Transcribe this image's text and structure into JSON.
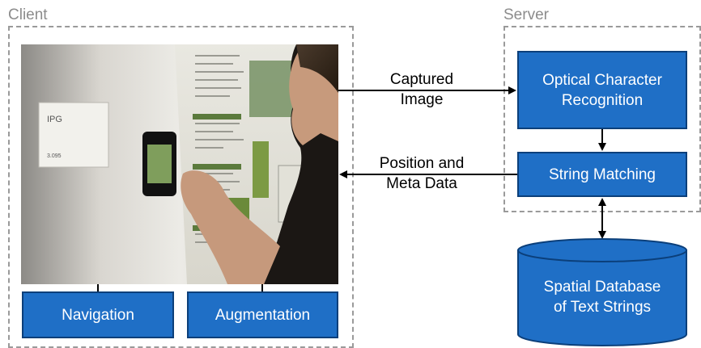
{
  "groups": {
    "client": {
      "label": "Client"
    },
    "server": {
      "label": "Server"
    }
  },
  "client_modules": {
    "navigation": "Navigation",
    "augmentation": "Augmentation"
  },
  "server_modules": {
    "ocr": [
      "Optical Character",
      "Recognition"
    ],
    "string_matching": "String Matching"
  },
  "database": {
    "lines": [
      "Spatial Database",
      "of Text Strings"
    ]
  },
  "arrows": {
    "captured": [
      "Captured",
      "Image"
    ],
    "position": [
      "Position and",
      "Meta Data"
    ]
  },
  "photo": {
    "sign_title": "IPG",
    "sign_number": "3.095"
  },
  "colors": {
    "box_fill": "#1f6fc6",
    "box_border": "#0b3f7a",
    "dashed_border": "#9a9a9a",
    "group_label": "#8c8c8c"
  }
}
